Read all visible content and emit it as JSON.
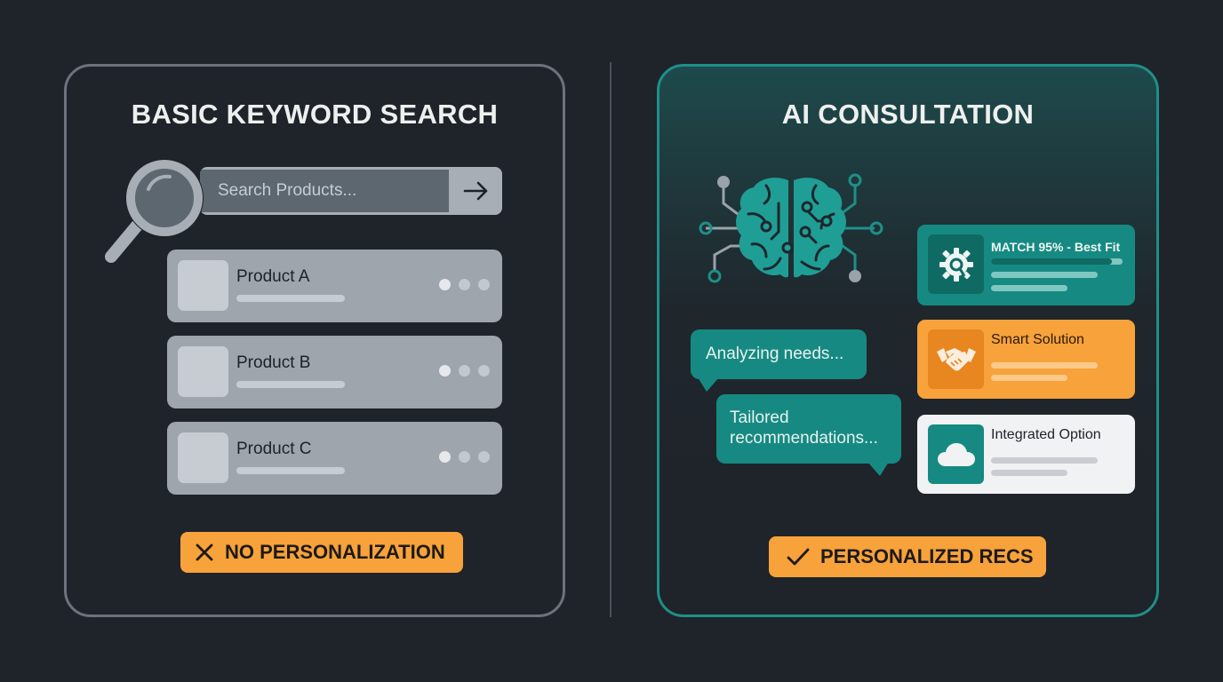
{
  "left_panel": {
    "title": "BASIC KEYWORD SEARCH",
    "search": {
      "placeholder": "Search Products...",
      "icon": "magnifier-icon",
      "go_icon": "arrow-right-icon"
    },
    "products": [
      {
        "name": "Product A"
      },
      {
        "name": "Product B"
      },
      {
        "name": "Product C"
      }
    ],
    "badge": {
      "icon": "x-icon",
      "label": "NO PERSONALIZATION"
    }
  },
  "right_panel": {
    "title": "AI CONSULTATION",
    "illustration": "brain-circuit-icon",
    "bubbles": [
      {
        "text": "Analyzing needs..."
      },
      {
        "text": "Tailored recommendations..."
      }
    ],
    "recommendations": [
      {
        "title": "MATCH 95% - Best Fit",
        "icon": "gear-icon",
        "match_percent": 95
      },
      {
        "title": "Smart Solution",
        "icon": "handshake-icon"
      },
      {
        "title": "Integrated Option",
        "icon": "cloud-icon"
      }
    ],
    "badge": {
      "icon": "check-icon",
      "label": "PERSONALIZED RECS"
    }
  },
  "colors": {
    "background": "#1f232a",
    "teal": "#168a82",
    "orange": "#f7a23b",
    "gray_card": "#9ea5ad"
  }
}
